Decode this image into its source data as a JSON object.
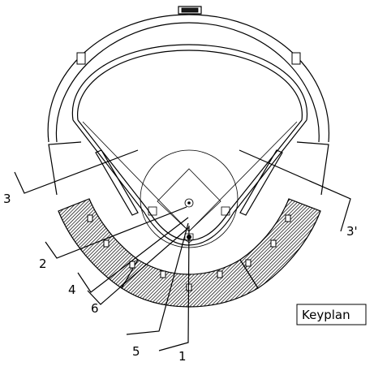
{
  "keyplan_label": "Keyplan",
  "section_markers": [
    {
      "id": "1",
      "label": "1"
    },
    {
      "id": "2",
      "label": "2"
    },
    {
      "id": "3",
      "label": "3"
    },
    {
      "id": "3p",
      "label": "3'"
    },
    {
      "id": "4",
      "label": "4"
    },
    {
      "id": "5",
      "label": "5"
    },
    {
      "id": "6",
      "label": "6"
    }
  ]
}
